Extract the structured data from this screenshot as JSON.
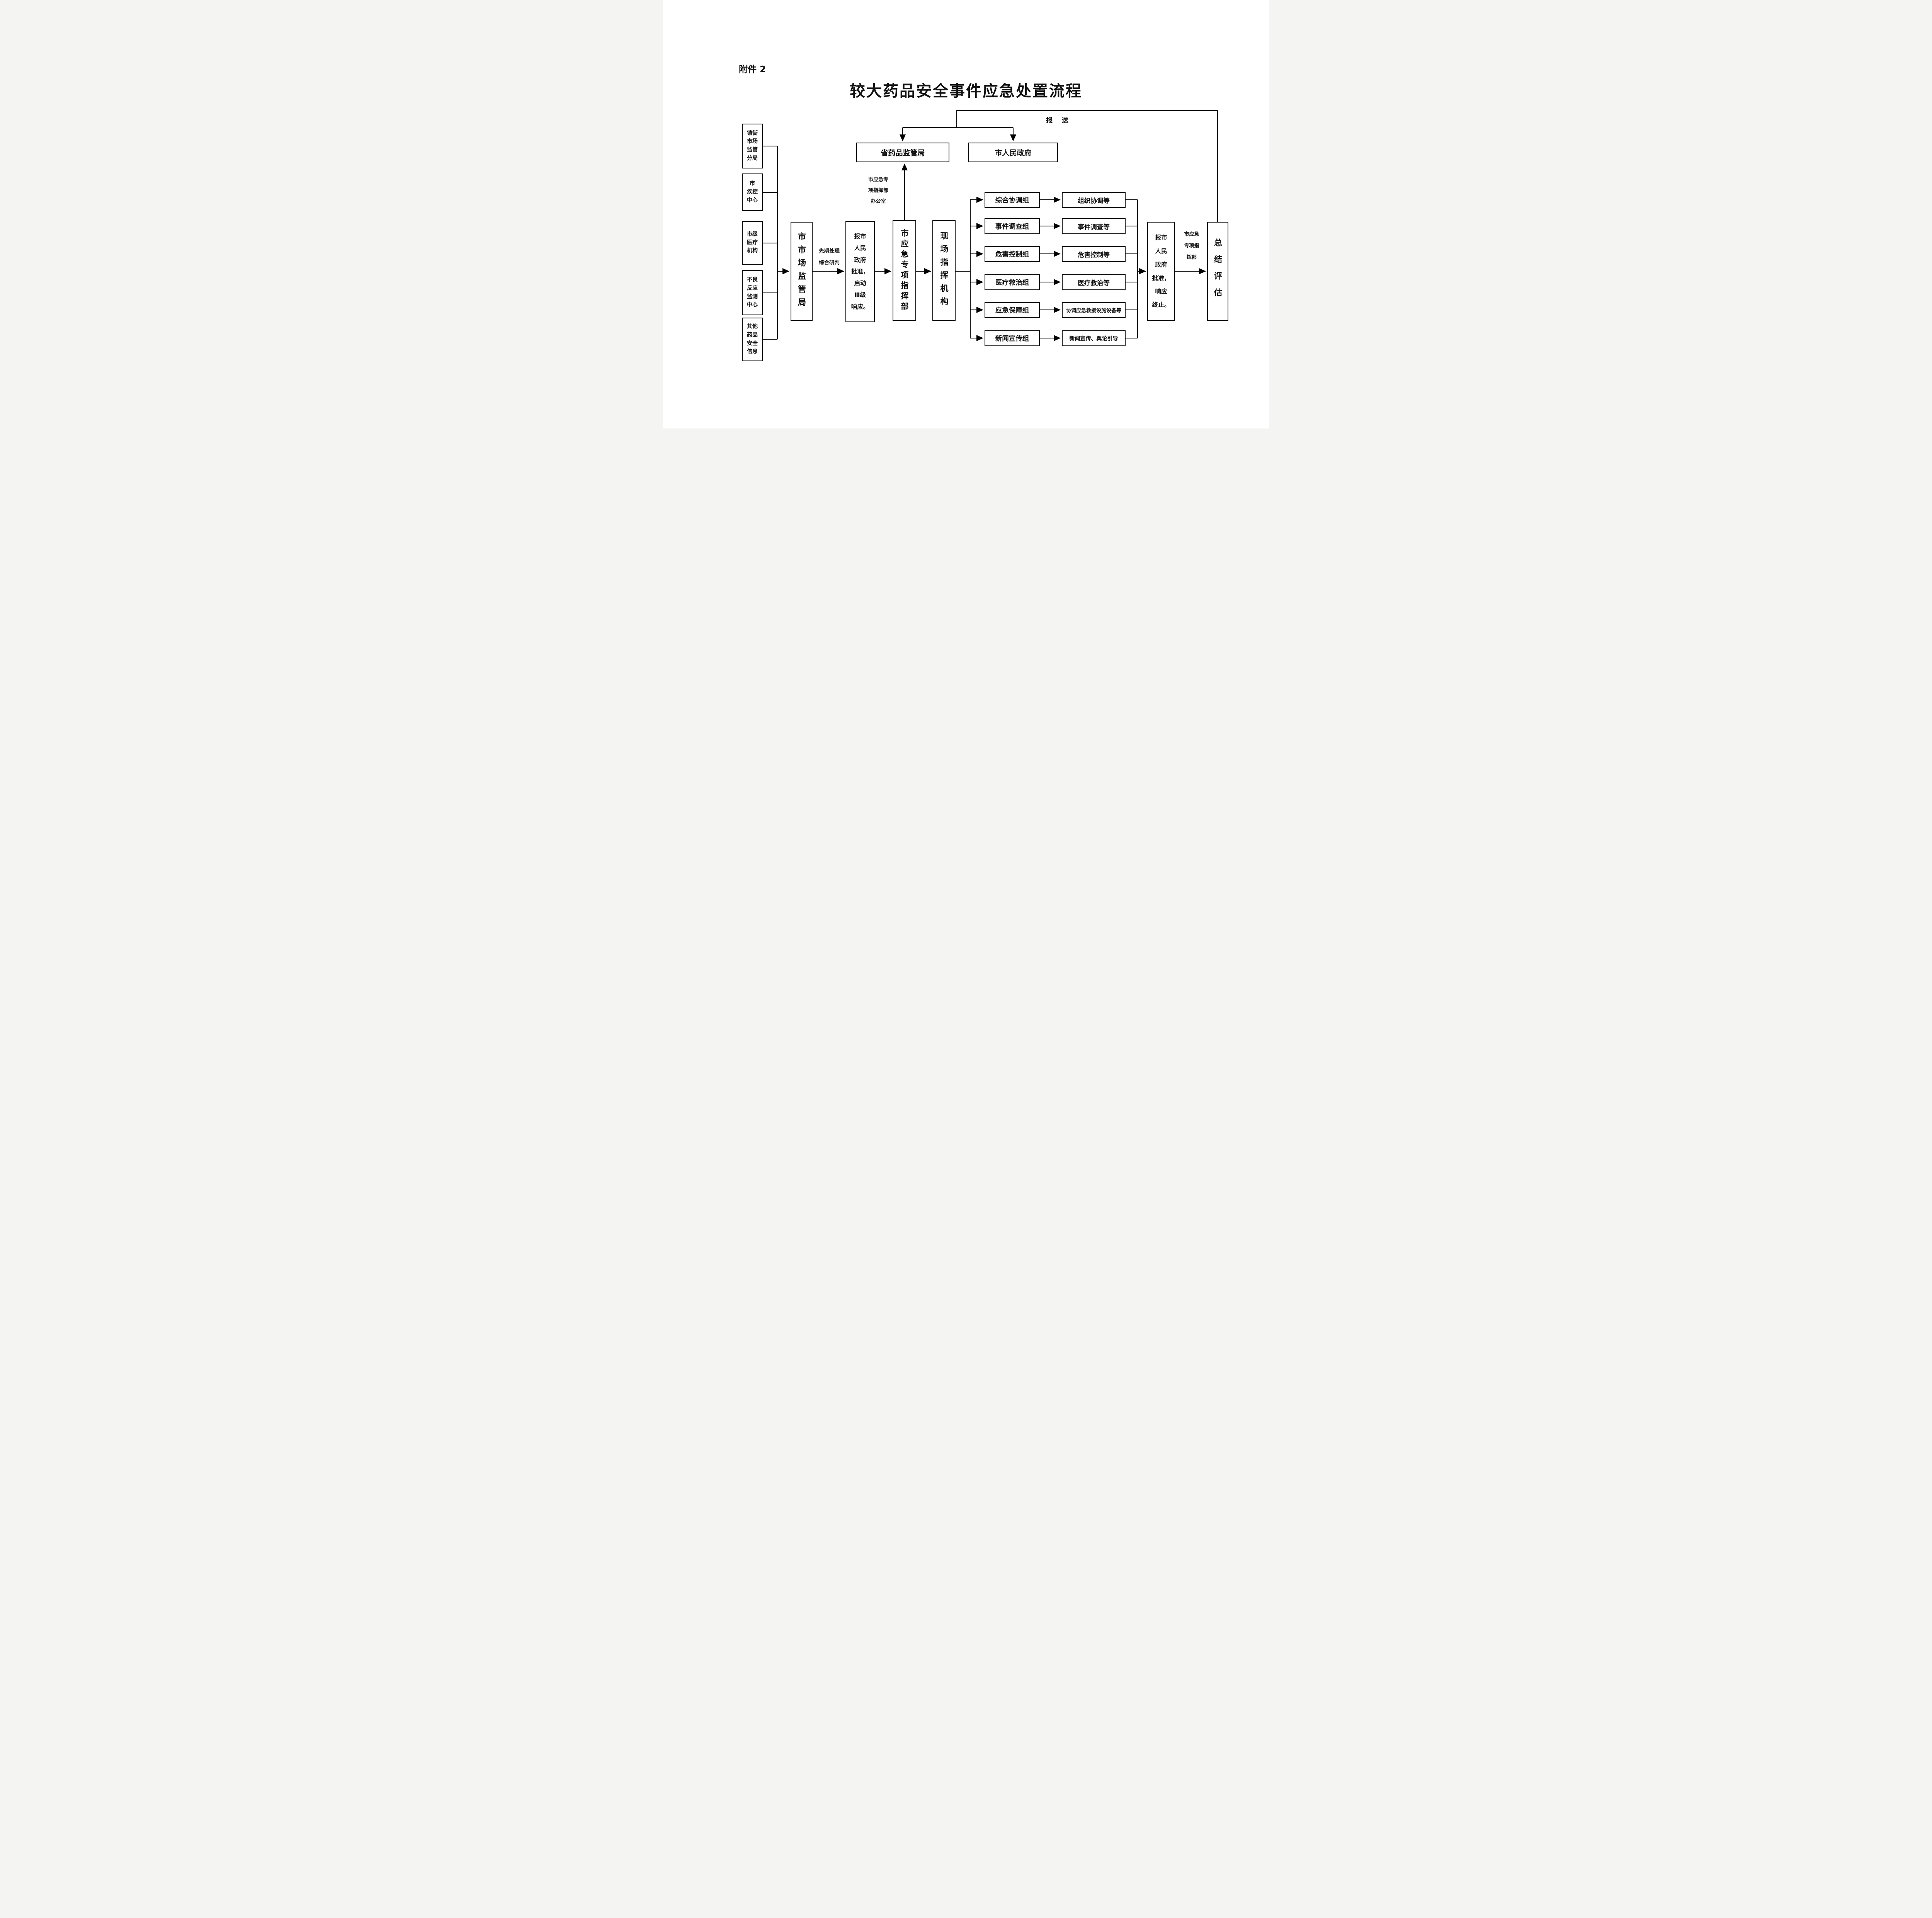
{
  "page": {
    "attachment_label": "附件 2",
    "title": "较大药品安全事件应急处置流程"
  },
  "top": {
    "report_label": "报    送",
    "provincial": "省药品监管局",
    "city_government": "市人民政府",
    "office_note": "市应急专\n项指挥部\n办公室"
  },
  "sources": {
    "s0": "镇街\n市场\n监管\n分局",
    "s1": "市\n疾控\n中心",
    "s2": "市级\n医疗\n机构",
    "s3": "不良\n反应\n监测\n中心",
    "s4": "其他\n药品\n安全\n信息"
  },
  "flow": {
    "market_bureau": "市市场监管局",
    "early_note": "先期处理\n综合研判",
    "approve_start": "报市\n人民\n政府\n批准，\n启动\nⅢ级\n响应。",
    "command_hq": "市应急专项指挥部",
    "onsite_command": "现场指挥机构",
    "approve_end": "报市\n人民\n政府\n批准，\n响应\n终止。",
    "final_note": "市应急\n专项指\n挥部",
    "summary": "总结评估"
  },
  "branches": [
    {
      "group": "综合协调组",
      "result": "组织协调等"
    },
    {
      "group": "事件调查组",
      "result": "事件调查等"
    },
    {
      "group": "危害控制组",
      "result": "危害控制等"
    },
    {
      "group": "医疗救治组",
      "result": "医疗救治等"
    },
    {
      "group": "应急保障组",
      "result": "协调应急救援设施设备等"
    },
    {
      "group": "新闻宣传组",
      "result": "新闻宣传、舆论引导"
    }
  ]
}
